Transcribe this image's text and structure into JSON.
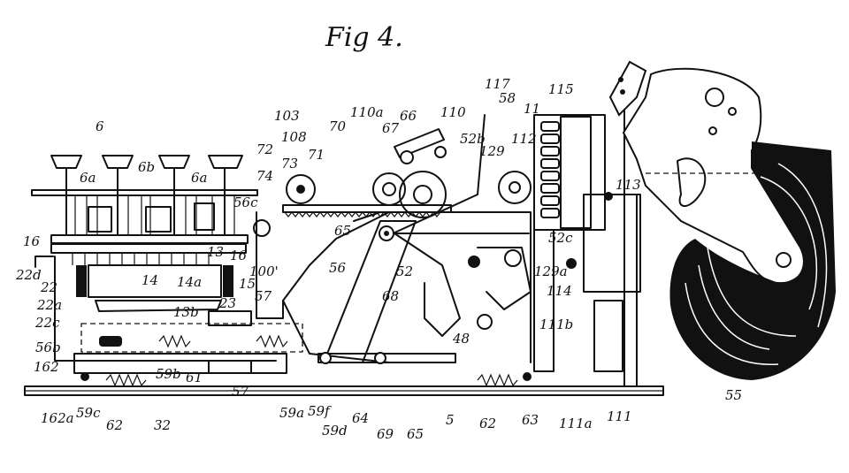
{
  "figure": {
    "title": "Fig 4."
  },
  "labels": [
    {
      "text": "6"
    },
    {
      "text": "6a"
    },
    {
      "text": "6b"
    },
    {
      "text": "6a"
    },
    {
      "text": "16"
    },
    {
      "text": "22d"
    },
    {
      "text": "22"
    },
    {
      "text": "22a"
    },
    {
      "text": "22c"
    },
    {
      "text": "56b"
    },
    {
      "text": "162"
    },
    {
      "text": "162a"
    },
    {
      "text": "59c"
    },
    {
      "text": "62"
    },
    {
      "text": "32"
    },
    {
      "text": "59b"
    },
    {
      "text": "61"
    },
    {
      "text": "14"
    },
    {
      "text": "14a"
    },
    {
      "text": "13b"
    },
    {
      "text": "13"
    },
    {
      "text": "16"
    },
    {
      "text": "15"
    },
    {
      "text": "23"
    },
    {
      "text": "57"
    },
    {
      "text": "57"
    },
    {
      "text": "59a"
    },
    {
      "text": "59f"
    },
    {
      "text": "59d"
    },
    {
      "text": "64"
    },
    {
      "text": "69"
    },
    {
      "text": "65"
    },
    {
      "text": "5"
    },
    {
      "text": "62"
    },
    {
      "text": "63"
    },
    {
      "text": "111a"
    },
    {
      "text": "111"
    },
    {
      "text": "55"
    },
    {
      "text": "100'"
    },
    {
      "text": "56c"
    },
    {
      "text": "56"
    },
    {
      "text": "68"
    },
    {
      "text": "52"
    },
    {
      "text": "48"
    },
    {
      "text": "65"
    },
    {
      "text": "74"
    },
    {
      "text": "73"
    },
    {
      "text": "71"
    },
    {
      "text": "72"
    },
    {
      "text": "108"
    },
    {
      "text": "103"
    },
    {
      "text": "70"
    },
    {
      "text": "110a"
    },
    {
      "text": "66"
    },
    {
      "text": "67"
    },
    {
      "text": "110"
    },
    {
      "text": "52b"
    },
    {
      "text": "129"
    },
    {
      "text": "117"
    },
    {
      "text": "58"
    },
    {
      "text": "11"
    },
    {
      "text": "112"
    },
    {
      "text": "115"
    },
    {
      "text": "113"
    },
    {
      "text": "52c"
    },
    {
      "text": "129a"
    },
    {
      "text": "114"
    },
    {
      "text": "111b"
    }
  ]
}
